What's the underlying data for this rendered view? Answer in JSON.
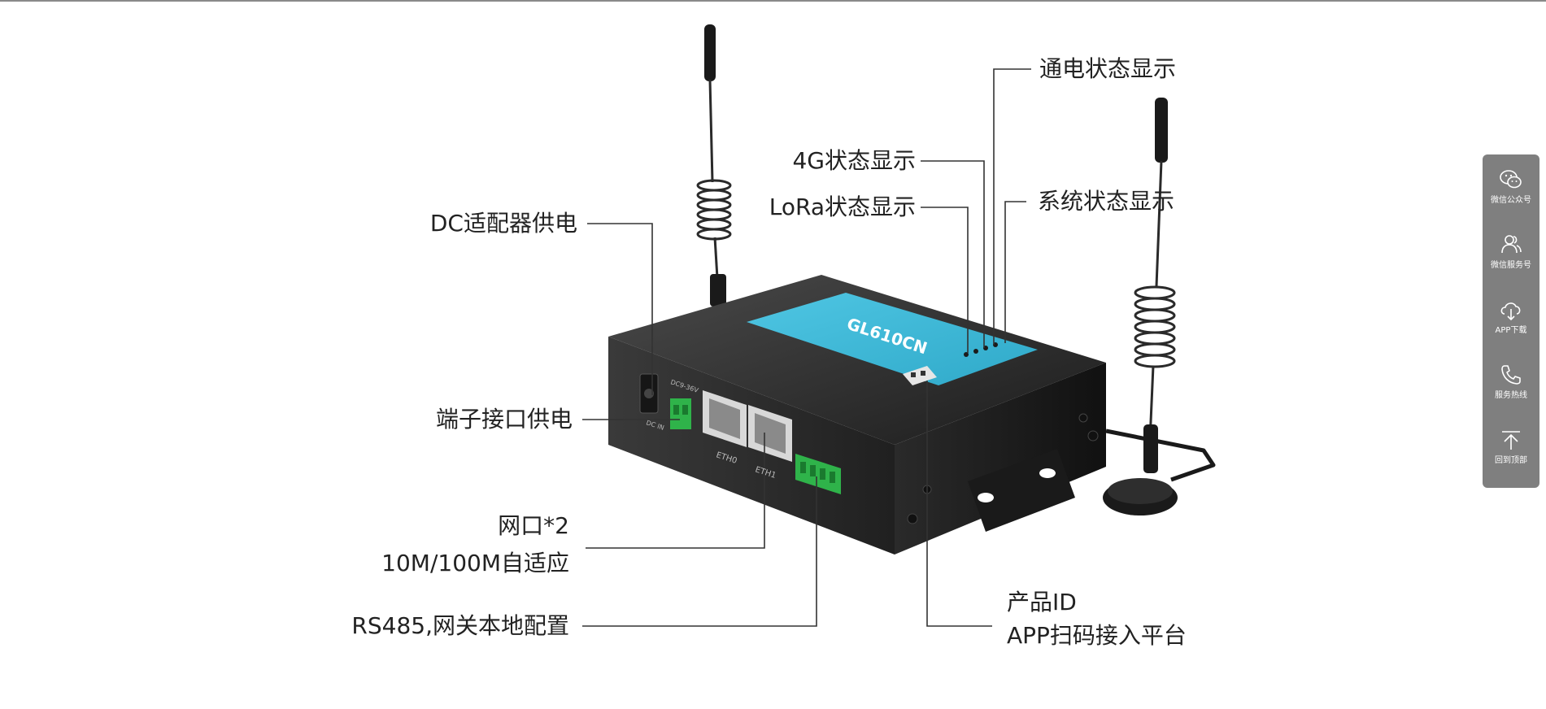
{
  "callouts": {
    "power_status": "通电状态显示",
    "status_4g": "4G状态显示",
    "lora_status": "LoRa状态显示",
    "system_status": "系统状态显示",
    "dc_power": "DC适配器供电",
    "terminal_power": "端子接口供电",
    "ethernet_line1": "网口*2",
    "ethernet_line2": "10M/100M自适应",
    "rs485": "RS485,网关本地配置",
    "product_id_line1": "产品ID",
    "product_id_line2": "APP扫码接入平台"
  },
  "device": {
    "model": "GL610CN",
    "port_eth0": "ETH0",
    "port_eth1": "ETH1",
    "dc_rating": "DC9-36V",
    "dc_in": "DC IN"
  },
  "side_toolbar": {
    "items": [
      {
        "label": "微信公众号",
        "icon": "wechat-icon"
      },
      {
        "label": "微信服务号",
        "icon": "users-icon"
      },
      {
        "label": "APP下载",
        "icon": "cloud-download-icon"
      },
      {
        "label": "服务热线",
        "icon": "phone-icon"
      },
      {
        "label": "回到顶部",
        "icon": "back-to-top-icon"
      }
    ]
  },
  "colors": {
    "device_body": "#2b2b2b",
    "device_label_panel": "#3fb9d8",
    "terminal_green": "#2fb34a",
    "toolbar_bg": "#7f7f7f",
    "leader_line": "#333333"
  }
}
